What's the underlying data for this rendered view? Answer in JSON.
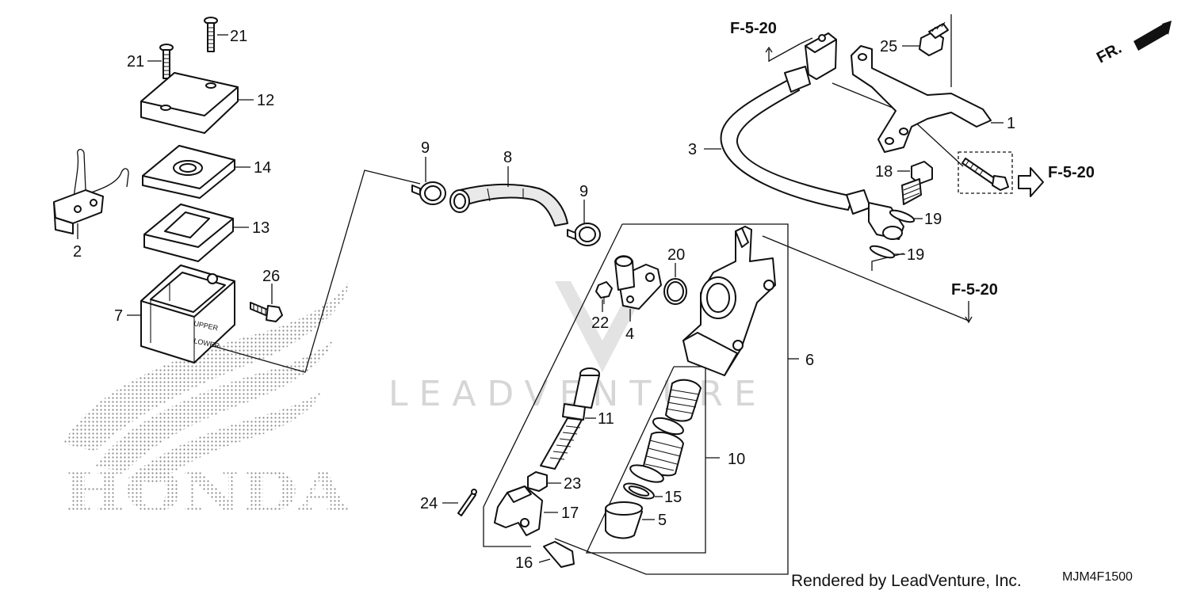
{
  "diagram": {
    "callouts": {
      "p1": "1",
      "p2": "2",
      "p3": "3",
      "p4": "4",
      "p5": "5",
      "p6": "6",
      "p7": "7",
      "p8": "8",
      "p9a": "9",
      "p9b": "9",
      "p10": "10",
      "p11": "11",
      "p12": "12",
      "p13": "13",
      "p14": "14",
      "p15": "15",
      "p16": "16",
      "p17": "17",
      "p18": "18",
      "p19a": "19",
      "p19b": "19",
      "p20": "20",
      "p21a": "21",
      "p21b": "21",
      "p22": "22",
      "p23": "23",
      "p24": "24",
      "p25": "25",
      "p26": "26"
    },
    "refs": {
      "top": "F-5-20",
      "right_upper": "F-5-20",
      "right_lower": "F-5-20"
    },
    "direction_label": "FR.",
    "reservoir_markings": {
      "upper": "UPPER",
      "lower": "LOWER"
    },
    "logo_text": "HONDA",
    "watermark": "LEADVENTURE",
    "footer": {
      "credit": "Rendered by LeadVenture, Inc.",
      "code": "MJM4F1500"
    }
  },
  "colors": {
    "line": "#111111",
    "watermark": "#d6d6d6",
    "background": "#ffffff"
  }
}
